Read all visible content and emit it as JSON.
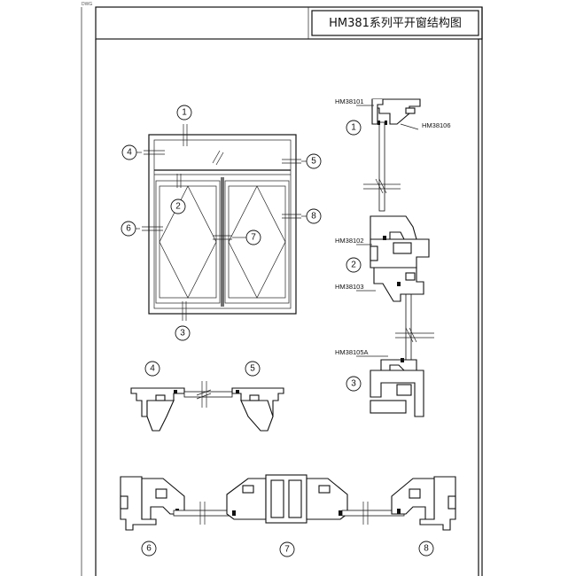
{
  "corner_tag": "DWG",
  "title": "HM381系列平开窗结构图",
  "callouts": {
    "c1": "1",
    "c2": "2",
    "c3": "3",
    "c4": "4",
    "c5": "5",
    "c6": "6",
    "c7": "7",
    "c8": "8"
  },
  "section_numbers": {
    "s1": "1",
    "s2": "2",
    "s3": "3",
    "s4": "4",
    "s5": "5",
    "s6": "6",
    "s7": "7",
    "s8": "8"
  },
  "profile_codes": {
    "top_left": "HM38101",
    "top_right": "HM38106",
    "mid_upper": "HM38102",
    "mid_lower": "HM38103",
    "bottom": "HM38105A"
  }
}
